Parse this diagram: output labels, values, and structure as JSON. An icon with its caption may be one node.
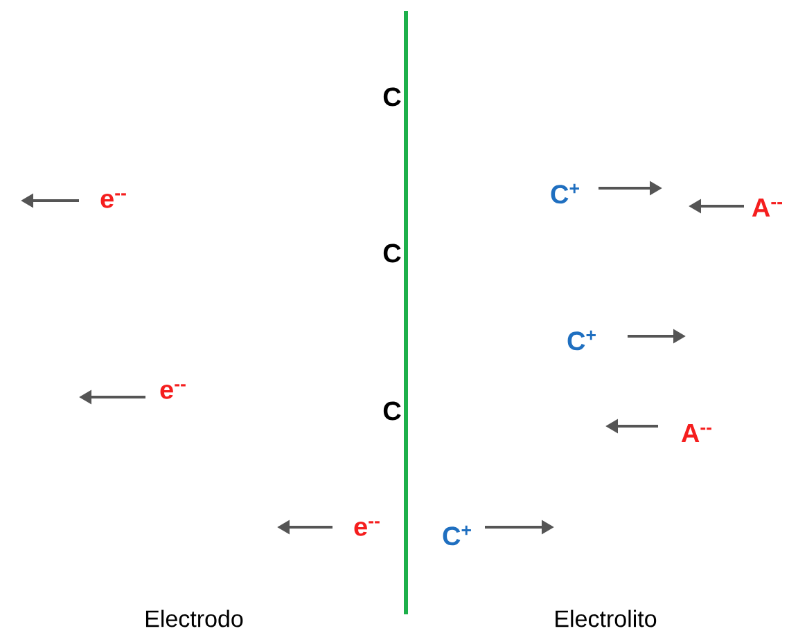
{
  "diagram": {
    "labels": [
      "C",
      "C$^{+}$",
      "e$^{--}$",
      "A$^{--}$",
      "C",
      "C$^{+}$",
      "e$^{--}$",
      "C",
      "A$^{--}$",
      "e$^{--}$",
      "C$^{+}$",
      "Electrodo",
      "Electrolito"
    ]
  }
}
